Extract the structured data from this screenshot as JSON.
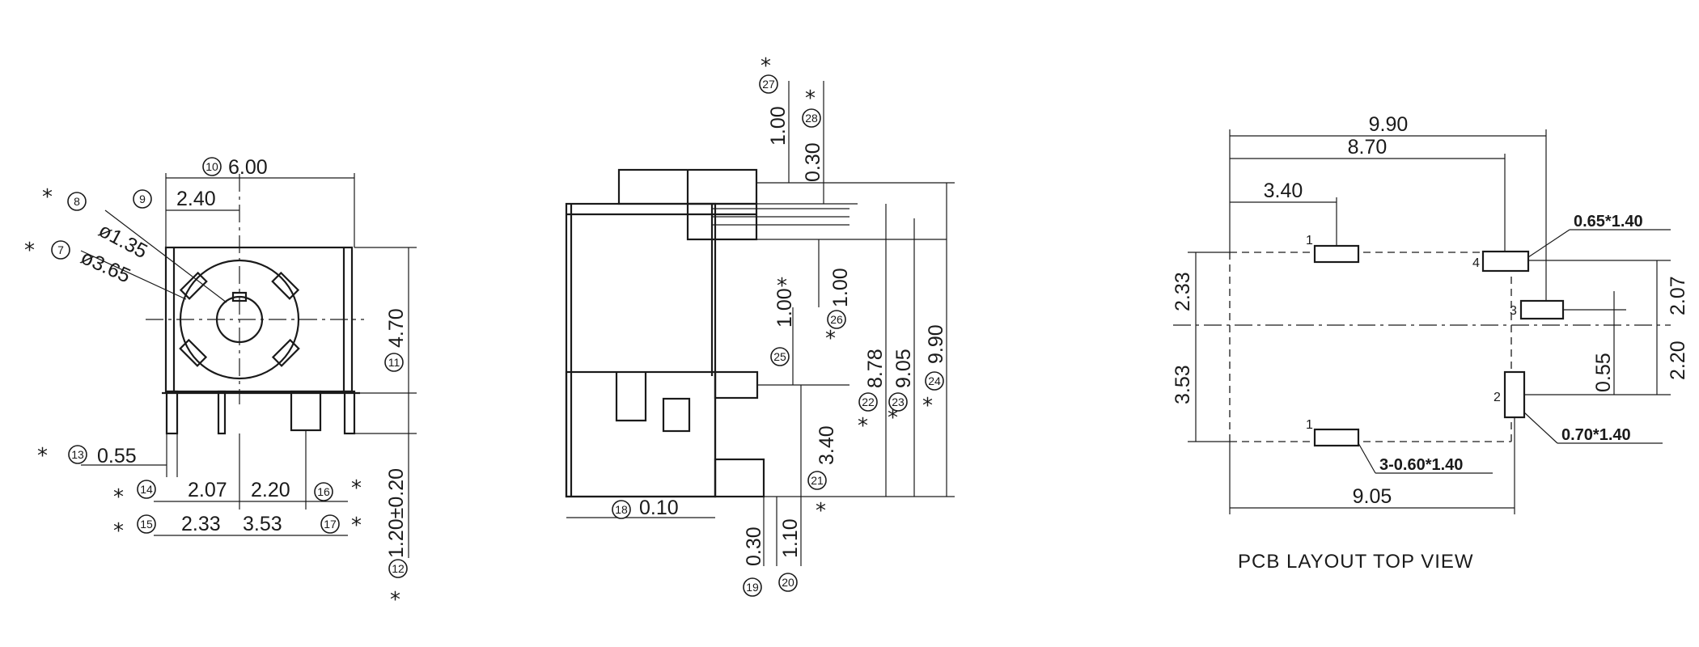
{
  "front_view": {
    "dims": {
      "width_total": "6.00",
      "offset_top": "2.40",
      "hole_dia": "ø1.35",
      "outer_dia": "ø3.65",
      "height_body": "4.70",
      "pin_offset": "0.55",
      "pitch_a": "2.07",
      "pitch_b": "2.20",
      "pitch_c": "2.33",
      "pitch_d": "3.53",
      "pin_length": "1.20±0.20"
    },
    "callouts": [
      "7",
      "8",
      "9",
      "10",
      "11",
      "12",
      "13",
      "14",
      "15",
      "16",
      "17"
    ]
  },
  "side_view": {
    "dims": {
      "top_a": "1.00",
      "top_b": "0.30",
      "mid_a": "1.00",
      "mid_b": "1.00",
      "h_a": "8.78",
      "h_b": "9.05",
      "h_c": "9.90",
      "low": "3.40",
      "base_gap": "0.10",
      "foot_a": "0.30",
      "foot_b": "1.10"
    },
    "callouts": [
      "18",
      "19",
      "20",
      "21",
      "22",
      "23",
      "24",
      "25",
      "26",
      "27",
      "28"
    ]
  },
  "pcb_view": {
    "title": "PCB LAYOUT TOP VIEW",
    "dims": {
      "overall_top": "9.90",
      "inner_top": "8.70",
      "left_offset": "3.40",
      "pad4_size": "0.65*1.40",
      "pad2_size": "0.70*1.40",
      "pad1_size": "3-0.60*1.40",
      "overall_bottom": "9.05",
      "left_upper": "2.33",
      "left_lower": "3.53",
      "right_a": "2.07",
      "right_b": "0.55",
      "right_c": "2.20"
    },
    "pins": [
      "1",
      "4",
      "3",
      "2",
      "1"
    ]
  },
  "star_mark": "*"
}
